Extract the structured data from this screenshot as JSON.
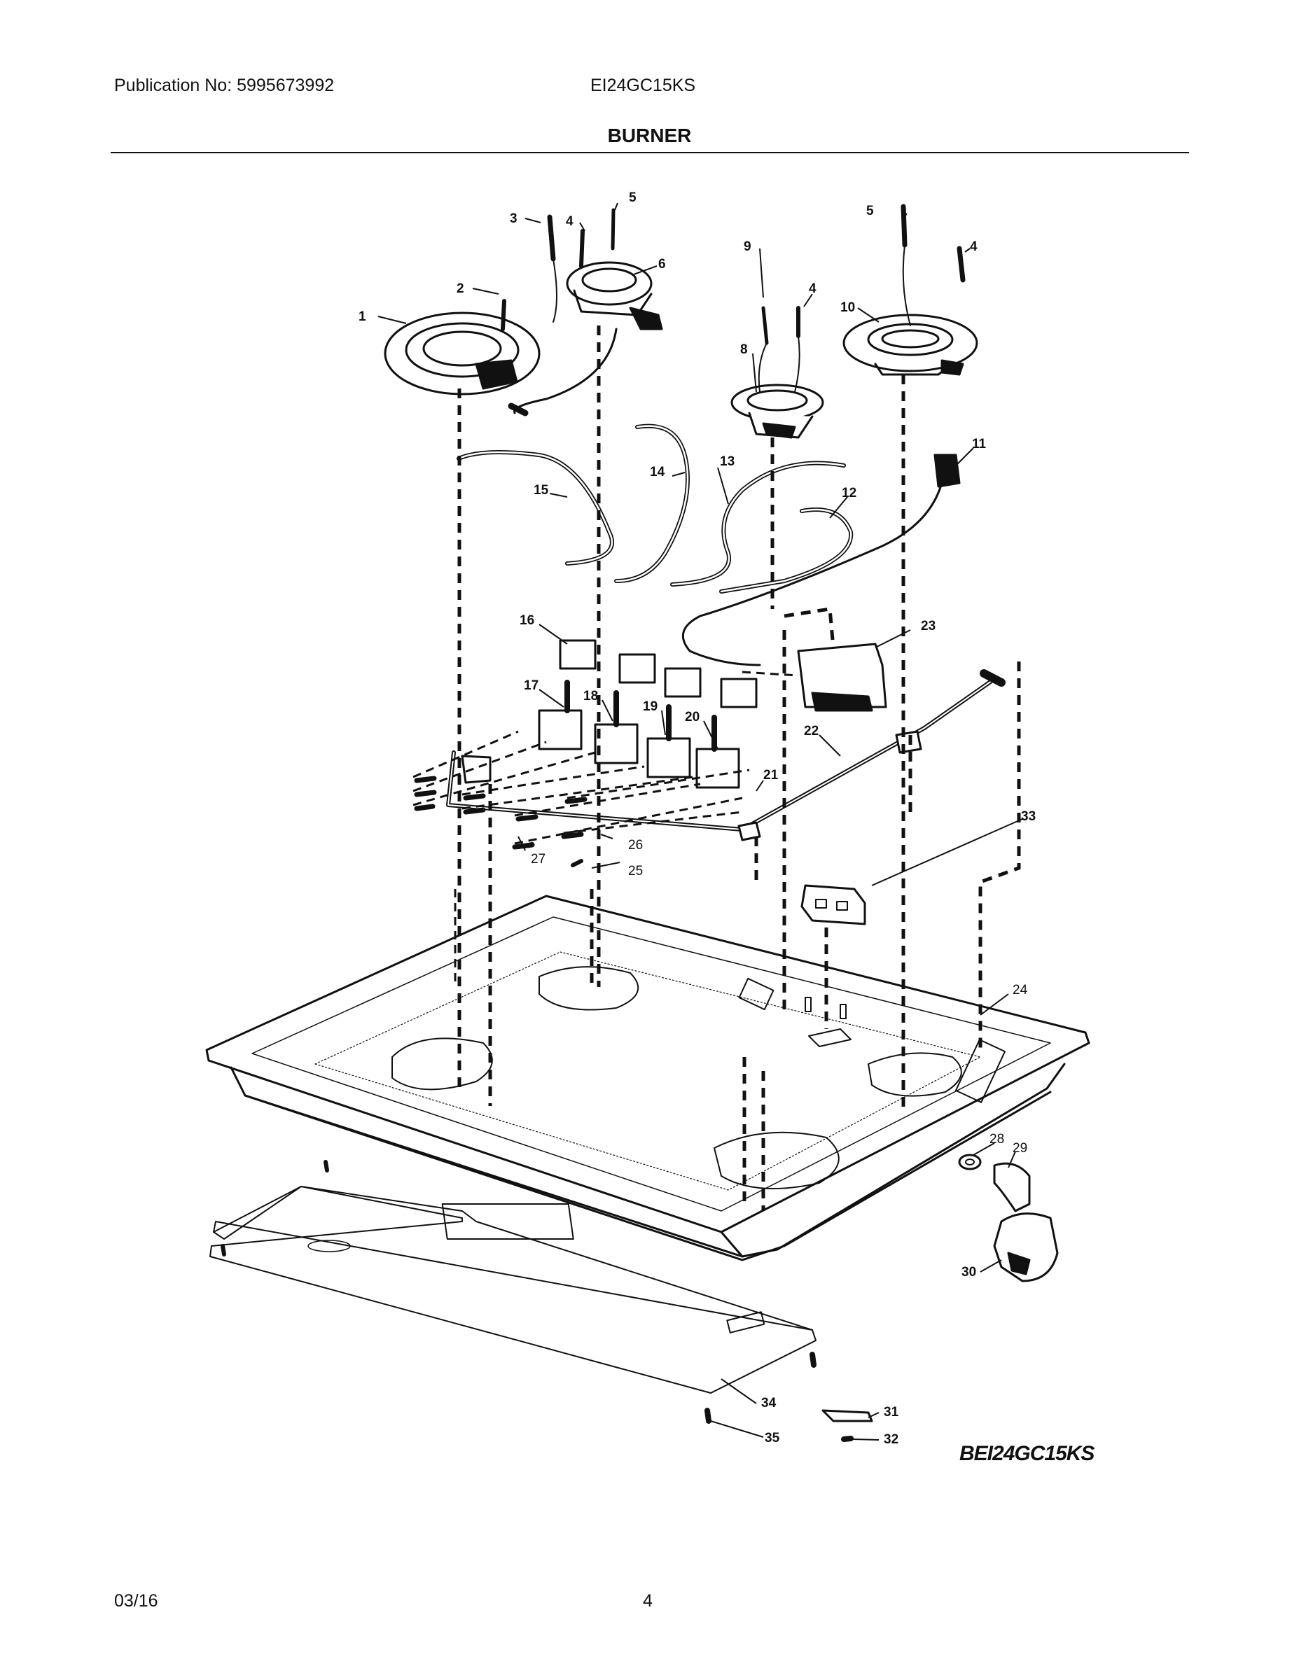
{
  "header": {
    "publication": "Publication No: 5995673992",
    "model": "EI24GC15KS",
    "section_title": "BURNER"
  },
  "diagram": {
    "code": "BEI24GC15KS",
    "callouts": [
      "1",
      "2",
      "3",
      "4",
      "4",
      "4",
      "5",
      "5",
      "6",
      "8",
      "9",
      "10",
      "11",
      "12",
      "13",
      "14",
      "15",
      "16",
      "17",
      "18",
      "19",
      "20",
      "21",
      "22",
      "23",
      "24",
      "25",
      "26",
      "27",
      "28",
      "29",
      "30",
      "31",
      "32",
      "33",
      "34",
      "35"
    ]
  },
  "footer": {
    "date": "03/16",
    "page": "4"
  }
}
